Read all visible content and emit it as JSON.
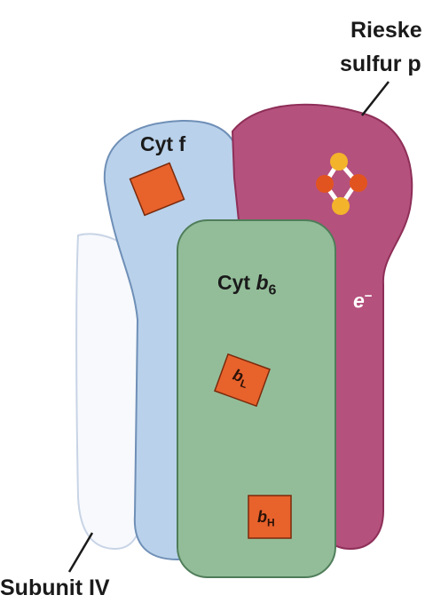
{
  "labels": {
    "rieske_line1": "Rieske",
    "rieske_line2": "sulfur p",
    "cyt_f": "Cyt f",
    "cyt_b6_prefix": "Cyt ",
    "cyt_b6_b": "b",
    "cyt_b6_sub": "6",
    "electron": "e",
    "electron_sup": "−",
    "bL_b": "b",
    "bL_sub": "L",
    "bH_b": "b",
    "bH_sub": "H",
    "subunit_iv": "Subunit IV"
  },
  "colors": {
    "cyt_f": "#b9d1ea",
    "cyt_f_edge": "#6f8fb7",
    "rieske": "#b5517d",
    "rieske_edge": "#8e2f58",
    "cyt_b6": "#93bd99",
    "cyt_b6_edge": "#4f7d59",
    "heme": "#e8622c",
    "subunit_iv": "#f7f9fc"
  }
}
